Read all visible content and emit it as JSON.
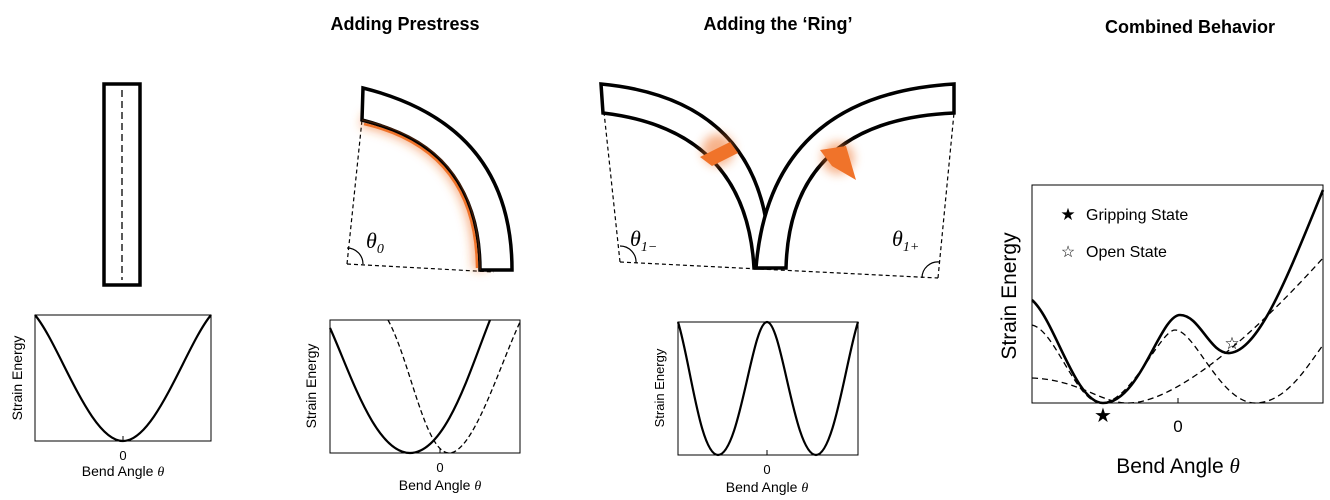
{
  "headers": {
    "prestress": "Adding Prestress",
    "ring": "Adding the ‘Ring’",
    "combined": "Combined Behavior"
  },
  "angle_symbols": {
    "theta0_base": "θ",
    "theta0_sub": "0",
    "theta1m_base": "θ",
    "theta1m_sub": "1−",
    "theta1p_base": "θ",
    "theta1p_sub": "1+"
  },
  "plots": {
    "p1": {
      "ylabel": "Strain Energy",
      "xtick": "0",
      "xlabel": "Bend Angle",
      "xsym": "θ"
    },
    "p2": {
      "ylabel": "Strain Energy",
      "xtick": "0",
      "xlabel": "Bend Angle",
      "xsym": "θ"
    },
    "p3": {
      "ylabel": "Strain Energy",
      "xtick": "0",
      "xlabel": "Bend Angle",
      "xsym": "θ"
    },
    "p4": {
      "ylabel": "Strain Energy",
      "xtick": "0",
      "xlabel": "Bend Angle",
      "xsym": "θ",
      "legend_gripping": "Gripping State",
      "legend_open": "Open State"
    }
  },
  "colors": {
    "accent": "#f0732a",
    "ink": "#000000"
  }
}
